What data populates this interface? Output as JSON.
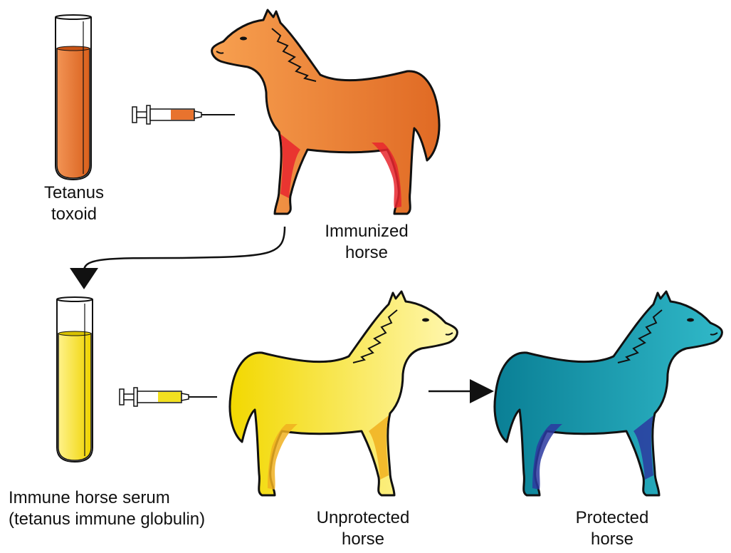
{
  "labels": {
    "toxoid": {
      "line1": "Tetanus",
      "line2": "toxoid"
    },
    "immunized_horse": {
      "line1": "Immunized",
      "line2": "horse"
    },
    "serum": {
      "line1": "Immune horse serum",
      "line2": "(tetanus immune globulin)"
    },
    "unprotected_horse": {
      "line1": "Unprotected",
      "line2": "horse"
    },
    "protected_horse": {
      "line1": "Protected",
      "line2": "horse"
    }
  },
  "colors": {
    "toxoid": "#e8732e",
    "immunized_horse": "#ec7a33",
    "immunized_legs": "#e8262e",
    "serum": "#f2e020",
    "unprotected_horse": "#f7e52a",
    "unprotected_legs": "#f0b020",
    "protected_horse": "#1aa3b8",
    "protected_legs": "#2b3aa0",
    "outline": "#111111"
  }
}
